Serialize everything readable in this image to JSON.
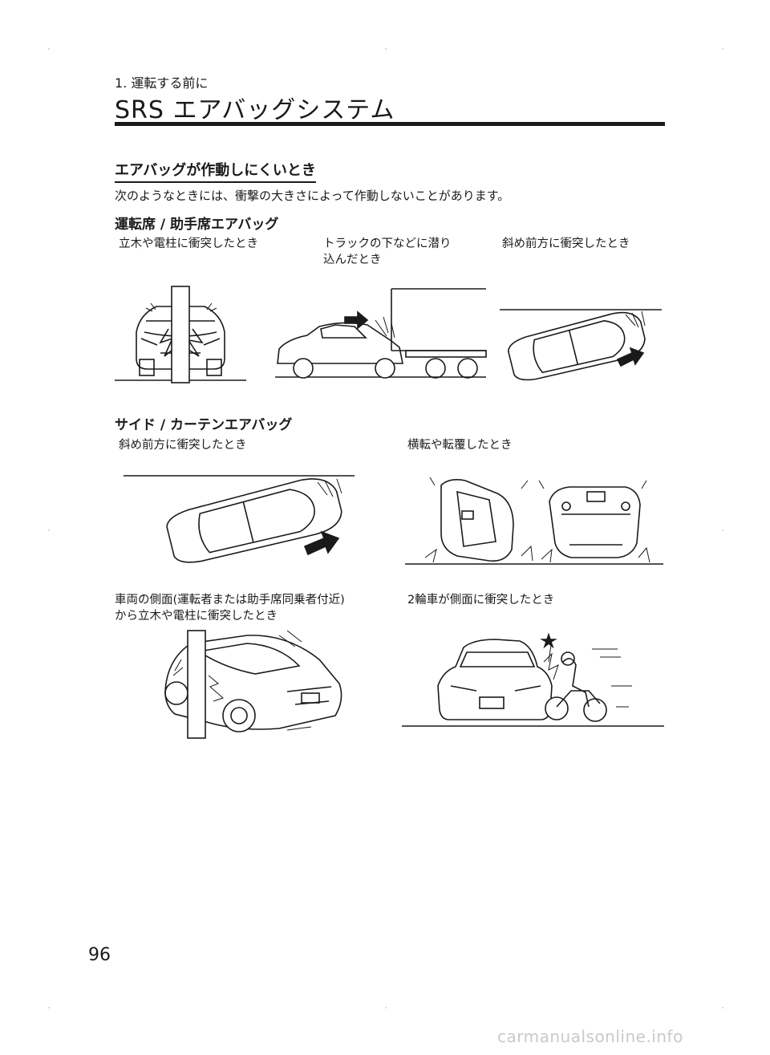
{
  "header": {
    "chapter": "1. 運転する前に",
    "title": "SRS エアバッグシステム"
  },
  "section": {
    "heading": "エアバッグが作動しにくいとき",
    "intro": "次のようなときには、衝撃の大きさによって作動しないことがあります。"
  },
  "driver_passenger": {
    "heading": "運転席 / 助手席エアバッグ",
    "captions": [
      "立木や電柱に衝突したとき",
      "トラックの下などに潜り\n込んだとき",
      "斜め前方に衝突したとき"
    ]
  },
  "side_curtain": {
    "heading": "サイド / カーテンエアバッグ",
    "captions": [
      "斜め前方に衝突したとき",
      "横転や転覆したとき",
      "車両の側面(運転者または助手席同乗者付近)\nから立木や電柱に衝突したとき",
      "2輪車が側面に衝突したとき"
    ]
  },
  "page_number": "96",
  "footer": "carmanualsonline.info"
}
